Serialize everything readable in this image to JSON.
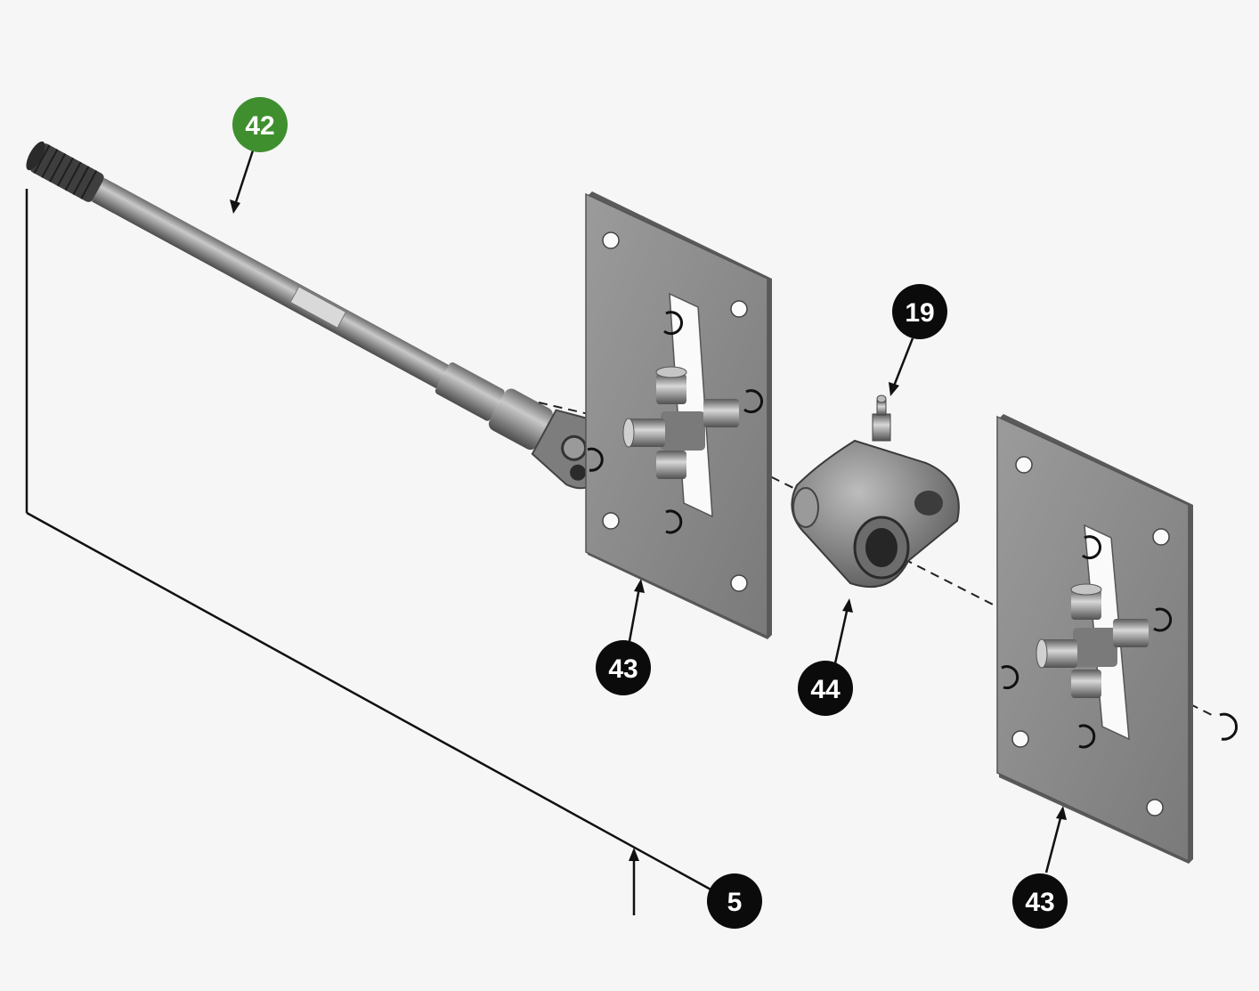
{
  "diagram": {
    "type": "exploded-parts-view",
    "colors": {
      "background": "#f6f6f6",
      "callout_black": "#0b0b0b",
      "callout_green": "#3f8f2f",
      "metal": "#8c8c8c",
      "plate": "#878787",
      "line": "#111111"
    },
    "callouts": [
      {
        "id": "c42",
        "label": "42",
        "part": "drive shaft",
        "color": "green"
      },
      {
        "id": "c19",
        "label": "19",
        "part": "grease fitting",
        "color": "black"
      },
      {
        "id": "c43a",
        "label": "43",
        "part": "mounting plate with universal joint",
        "color": "black"
      },
      {
        "id": "c44",
        "label": "44",
        "part": "splined yoke",
        "color": "black"
      },
      {
        "id": "c43b",
        "label": "43",
        "part": "mounting plate with universal joint",
        "color": "black"
      },
      {
        "id": "c5",
        "label": "5",
        "part": "assembly",
        "color": "black"
      }
    ],
    "icons": [
      "shaft-icon",
      "plate-icon",
      "cross-joint-icon",
      "yoke-icon",
      "snap-ring-icon",
      "grease-fitting-icon"
    ]
  }
}
